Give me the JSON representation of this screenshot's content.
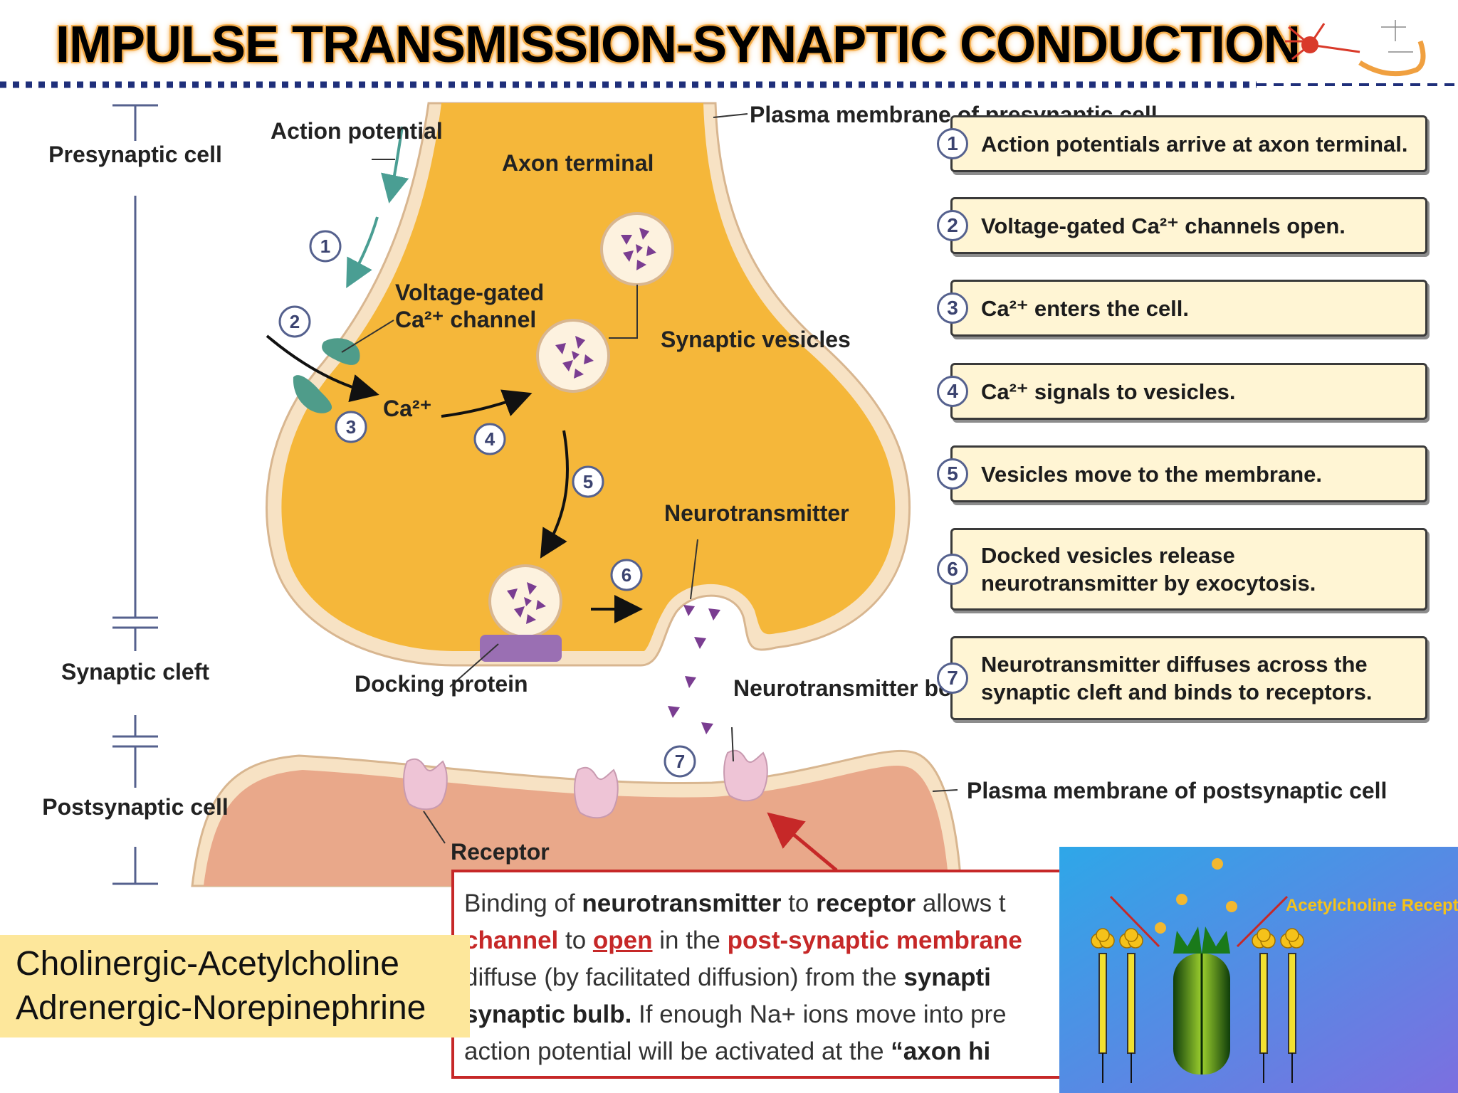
{
  "title": "IMPULSE TRANSMISSION-SYNAPTIC CONDUCTION",
  "scale_labels": {
    "presynaptic": "Presynaptic cell",
    "cleft": "Synaptic cleft",
    "postsynaptic": "Postsynaptic cell"
  },
  "diagram_labels": {
    "action_potential": "Action potential",
    "axon_terminal": "Axon terminal",
    "plasma_membrane_pre": "Plasma membrane of presynaptic cell",
    "vg_channel_line1": "Voltage-gated",
    "vg_channel_line2": "Ca²⁺ channel",
    "synaptic_vesicles": "Synaptic vesicles",
    "ca_ion": "Ca²⁺",
    "neurotransmitter": "Neurotransmitter",
    "docking_protein": "Docking protein",
    "nt_bound": "Neurotransmitter bound to receptor",
    "plasma_membrane_post": "Plasma membrane of postsynaptic cell",
    "receptor": "Receptor",
    "step_markers": [
      "1",
      "2",
      "3",
      "4",
      "5",
      "6",
      "7"
    ]
  },
  "steps": [
    {
      "num": "1",
      "text": "Action potentials arrive at axon terminal."
    },
    {
      "num": "2",
      "text": "Voltage-gated Ca²⁺ channels open."
    },
    {
      "num": "3",
      "text": "Ca²⁺ enters the cell."
    },
    {
      "num": "4",
      "text": "Ca²⁺ signals to vesicles."
    },
    {
      "num": "5",
      "text": "Vesicles move to the membrane."
    },
    {
      "num": "6",
      "text": "Docked vesicles release neurotransmitter by exocytosis."
    },
    {
      "num": "7",
      "text": "Neurotransmitter diffuses across the synaptic cleft and binds to receptors."
    }
  ],
  "info_box": {
    "l1_a": "Binding of ",
    "l1_b": "neurotransmitter",
    "l1_c": " to ",
    "l1_d": "receptor",
    "l1_e": " allows t",
    "l2_a": "channel",
    "l2_b": " to ",
    "l2_c": "open",
    "l2_d": " in the ",
    "l2_e": "post-synaptic membrane",
    "l3_a": "diffuse (by facilitated diffusion) from the ",
    "l3_b": "synapti",
    "l4_a": "synaptic bulb.",
    "l4_b": " If enough Na+ ions move into pre",
    "l5_a": "action potential will be activated at the ",
    "l5_b": "“axon hi"
  },
  "neurotransmitter_types": [
    "Cholinergic-Acetylcholine",
    "Adrenergic-Norepinephrine"
  ],
  "inset_label": "Acetylcholine Receptors",
  "colors": {
    "axon_fill": "#f5b73a",
    "membrane": "#f7e2c4",
    "post_fill": "#e9a88a",
    "vesicle_dots": "#7a3d91",
    "channel": "#4f9c8a",
    "receptor": "#eec4d6",
    "accent_red": "#c62828",
    "marker_blue": "#55618e"
  }
}
